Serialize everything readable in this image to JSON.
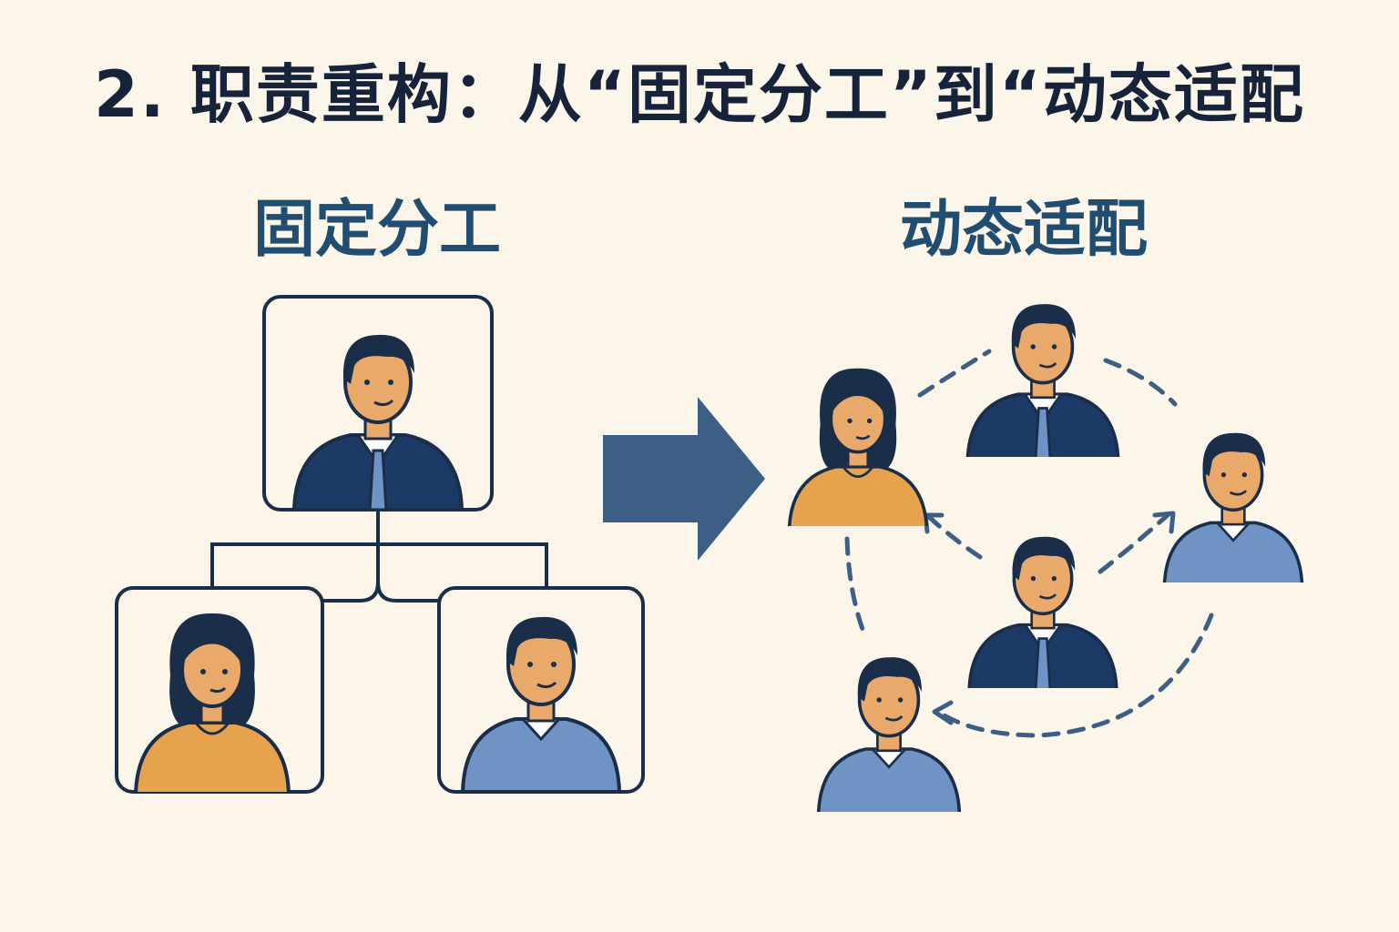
{
  "title": "2. 职责重构：从“固定分工”到“动态适配",
  "left_heading": "固定分工",
  "right_heading": "动态适配",
  "colors": {
    "background": "#fbf6e9",
    "outline": "#1a2e4a",
    "navy_suit": "#1c3a66",
    "blue_shirt": "#6f93c4",
    "orange": "#e6a24c",
    "skin": "#e8a96a",
    "arrow": "#3d5f86"
  },
  "icons": [
    "manager-person-icon",
    "woman-person-icon",
    "man-person-icon",
    "right-arrow-icon"
  ]
}
